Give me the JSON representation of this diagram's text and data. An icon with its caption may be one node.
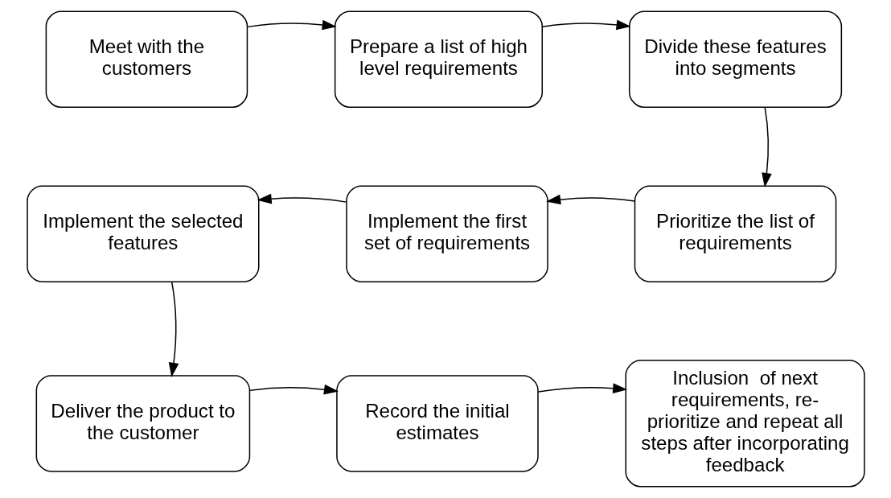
{
  "diagram": {
    "nodes": [
      {
        "text": [
          "Meet with the customers"
        ]
      },
      {
        "text": [
          "Prepare a list of high level requirements"
        ]
      },
      {
        "text": [
          "Divide these features into segments"
        ]
      },
      {
        "text": [
          "Implement the selected features"
        ]
      },
      {
        "text": [
          "Implement the first set of requirements"
        ]
      },
      {
        "text": [
          "Prioritize the list of requirements"
        ]
      },
      {
        "text": [
          "Deliver the product to the customer"
        ]
      },
      {
        "text": [
          "Record the initial estimates"
        ]
      },
      {
        "text": [
          "Inclusion  of next requirements, re-prioritize and repeat all steps after incorporating feedback"
        ]
      }
    ],
    "edges": [
      {
        "from": 0,
        "to": 1,
        "arrow": "to"
      },
      {
        "from": 1,
        "to": 2,
        "arrow": "to"
      },
      {
        "from": 2,
        "to": 5,
        "arrow": "to"
      },
      {
        "from": 5,
        "to": 4,
        "arrow": "to"
      },
      {
        "from": 4,
        "to": 3,
        "arrow": "to"
      },
      {
        "from": 3,
        "to": 6,
        "arrow": "to"
      },
      {
        "from": 6,
        "to": 7,
        "arrow": "to"
      },
      {
        "from": 7,
        "to": 8,
        "arrow": "to"
      }
    ]
  }
}
